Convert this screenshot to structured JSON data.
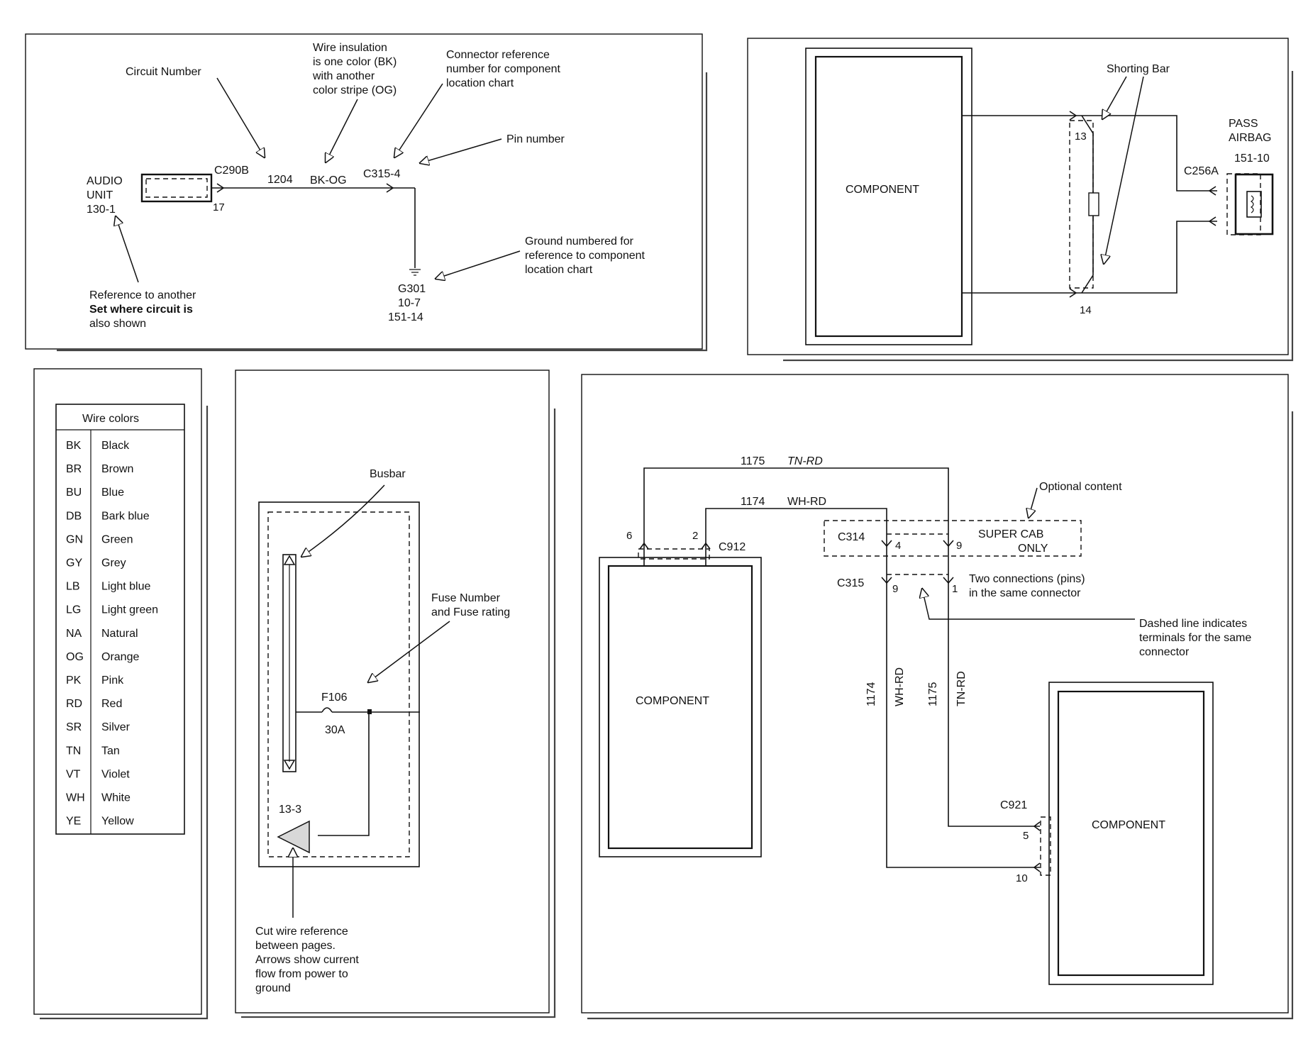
{
  "panel1": {
    "circuit_number_callout": "Circuit Number",
    "wire_insulation_callout": [
      "Wire insulation",
      "is one color (BK)",
      "with another",
      "color stripe (OG)"
    ],
    "connector_ref_callout": [
      "Connector reference",
      "number for component",
      "location chart"
    ],
    "pin_number_callout": "Pin number",
    "audio_unit": [
      "AUDIO",
      "UNIT",
      "130-1"
    ],
    "connector_c290b": "C290B",
    "pin_17": "17",
    "circuit_1204": "1204",
    "wire_bk_og": "BK-OG",
    "connector_c315_4": "C315-4",
    "ground_callout": [
      "Ground numbered for",
      "reference to component",
      "location chart"
    ],
    "ground_ref": [
      "G301",
      "10-7",
      "151-14"
    ],
    "reference_callout": [
      "Reference to another",
      "Set where circuit is",
      "also shown"
    ]
  },
  "panel2": {
    "component": "COMPONENT",
    "shorting_bar": "Shorting Bar",
    "pin_13": "13",
    "pin_14": "14",
    "pass_airbag": [
      "PASS",
      "AIRBAG",
      "151-10"
    ],
    "connector_c256a": "C256A"
  },
  "wire_colors": {
    "title": "Wire colors",
    "rows": [
      {
        "code": "BK",
        "name": "Black"
      },
      {
        "code": "BR",
        "name": "Brown"
      },
      {
        "code": "BU",
        "name": "Blue"
      },
      {
        "code": "DB",
        "name": "Bark blue"
      },
      {
        "code": "GN",
        "name": "Green"
      },
      {
        "code": "GY",
        "name": "Grey"
      },
      {
        "code": "LB",
        "name": "Light blue"
      },
      {
        "code": "LG",
        "name": "Light green"
      },
      {
        "code": "NA",
        "name": "Natural"
      },
      {
        "code": "OG",
        "name": "Orange"
      },
      {
        "code": "PK",
        "name": "Pink"
      },
      {
        "code": "RD",
        "name": "Red"
      },
      {
        "code": "SR",
        "name": "Silver"
      },
      {
        "code": "TN",
        "name": "Tan"
      },
      {
        "code": "VT",
        "name": "Violet"
      },
      {
        "code": "WH",
        "name": "White"
      },
      {
        "code": "YE",
        "name": "Yellow"
      }
    ]
  },
  "panel4": {
    "busbar": "Busbar",
    "fuse_callout": [
      "Fuse Number",
      "and Fuse rating"
    ],
    "fuse_number": "F106",
    "fuse_rating": "30A",
    "cut_ref": "13-3",
    "cut_callout": [
      "Cut wire reference",
      "between pages.",
      "Arrows show current",
      "flow from power to",
      "ground"
    ]
  },
  "panel5": {
    "circuit_1175": "1175",
    "wire_tn_rd": "TN-RD",
    "circuit_1174": "1174",
    "wire_wh_rd": "WH-RD",
    "optional_content": "Optional content",
    "pin_6": "6",
    "pin_2": "2",
    "connector_c912": "C912",
    "connector_c314": "C314",
    "pin_4": "4",
    "pin_9_top": "9",
    "super_cab": [
      "SUPER CAB",
      "ONLY"
    ],
    "connector_c315": "C315",
    "pin_9_bottom": "9",
    "pin_1": "1",
    "two_connections": [
      "Two connections (pins)",
      "in the same connector"
    ],
    "dashed_callout": [
      "Dashed line indicates",
      "terminals for the same",
      "connector"
    ],
    "component_left": "COMPONENT",
    "component_right": "COMPONENT",
    "vertical_1174": "1174",
    "vertical_wh_rd": "WH-RD",
    "vertical_1175": "1175",
    "vertical_tn_rd": "TN-RD",
    "connector_c921": "C921",
    "pin_5": "5",
    "pin_10": "10"
  }
}
